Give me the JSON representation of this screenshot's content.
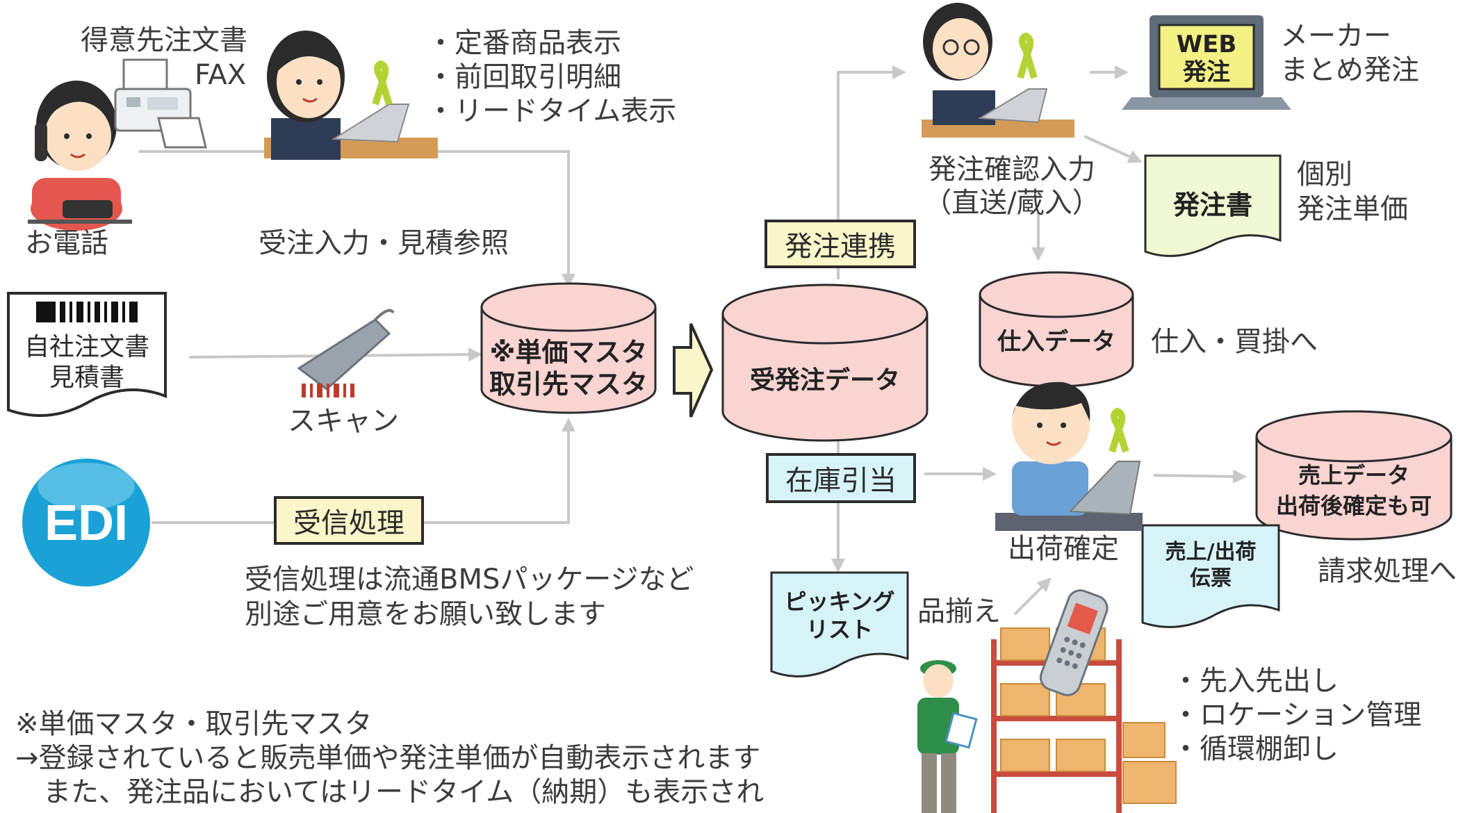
{
  "colors": {
    "db_fill": "#f9d4d1",
    "tag_yellow": "#fbf6c9",
    "tag_cyan": "#d6f3f8",
    "doc_green": "#eff8d2",
    "arrow_gray": "#c8c8c8",
    "edi_blue": "#1aa1d6",
    "ribbon": "#b3d334"
  },
  "icons": {
    "phone_person": "woman-on-phone-icon",
    "fax": "fax-machine-icon",
    "clerk": "woman-at-laptop-icon",
    "scanner": "barcode-scanner-icon",
    "edi": "edi-logo-icon",
    "laptop": "laptop-icon",
    "shipper": "man-at-laptop-icon",
    "handheld": "handheld-terminal-icon",
    "worker": "warehouse-worker-icon",
    "rack": "shelf-rack-icon",
    "ribbon": "green-ribbon-icon"
  },
  "left": {
    "fax_label_line1": "得意先注文書",
    "fax_label_line2": "FAX",
    "phone_label": "お電話",
    "order_doc_line1": "自社注文書",
    "order_doc_line2": "見積書",
    "scan_label": "スキャン",
    "edi_logo": "EDI",
    "receive_tag": "受信処理",
    "receive_note_line1": "受信処理は流通BMSパッケージなど",
    "receive_note_line2": "別途ご用意をお願い致します"
  },
  "clerk": {
    "features": [
      "・定番商品表示",
      "・前回取引明細",
      "・リードタイム表示"
    ],
    "entry_label": "受注入力・見積参照"
  },
  "master_db": {
    "line1": "※単価マスタ",
    "line2": "取引先マスタ"
  },
  "order_db": {
    "label": "受発注データ"
  },
  "purchasing": {
    "tag": "発注連携",
    "confirm_line1": "発注確認入力",
    "confirm_line2": "（直送/蔵入）",
    "web_line1": "WEB",
    "web_line2": "発注",
    "maker_line1": "メーカー",
    "maker_line2": "まとめ発注",
    "po_doc": "発注書",
    "po_note_line1": "個別",
    "po_note_line2": "発注単価",
    "purchase_db": "仕入データ",
    "purchase_note": "仕入・買掛へ"
  },
  "shipping": {
    "stock_tag": "在庫引当",
    "picking_line1": "ピッキング",
    "picking_line2": "リスト",
    "sorting_label": "品揃え",
    "ship_confirm": "出荷確定",
    "slip_line1": "売上/出荷",
    "slip_line2": "伝票",
    "sales_db_line1": "売上データ",
    "sales_db_line2": "出荷後確定も可",
    "billing_label": "請求処理へ",
    "warehouse_features": [
      "・先入先出し",
      "・ロケーション管理",
      "・循環棚卸し"
    ]
  },
  "footnote": {
    "line1": "※単価マスタ・取引先マスタ",
    "line2": "→登録されていると販売単価や発注単価が自動表示されます",
    "line3": "　また、発注品においてはリードタイム（納期）も表示され"
  }
}
